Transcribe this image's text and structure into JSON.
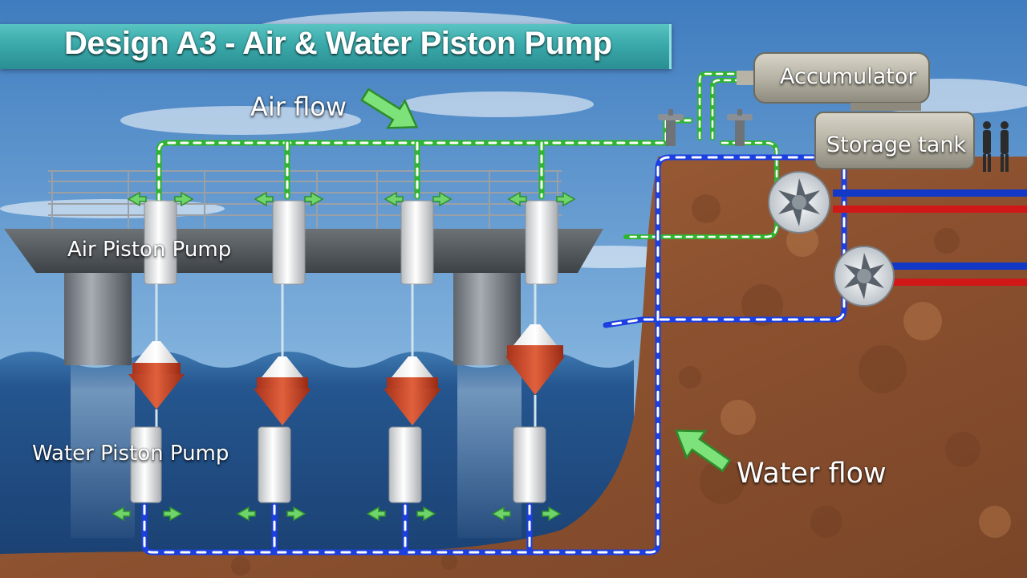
{
  "title": "Design A3 - Air & Water Piston Pump",
  "labels": {
    "air_flow": "Air flow",
    "water_flow": "Water flow",
    "air_piston_pump": "Air Piston Pump",
    "water_piston_pump": "Water Piston Pump",
    "accumulator": "Accumulator",
    "storage_tank": "Storage tank"
  },
  "colors": {
    "air_line": "#2fb52f",
    "water_line": "#1b3fe0",
    "hot_pipe": "#d11818",
    "cold_pipe": "#1238c8",
    "sea": "#1f4f86",
    "rock": "#9a5a32",
    "title_banner": "#3aa9aa"
  },
  "icons": [
    "flow-arrow-icon",
    "turbine-icon",
    "valve-icon",
    "buoy-icon",
    "person-icon"
  ]
}
